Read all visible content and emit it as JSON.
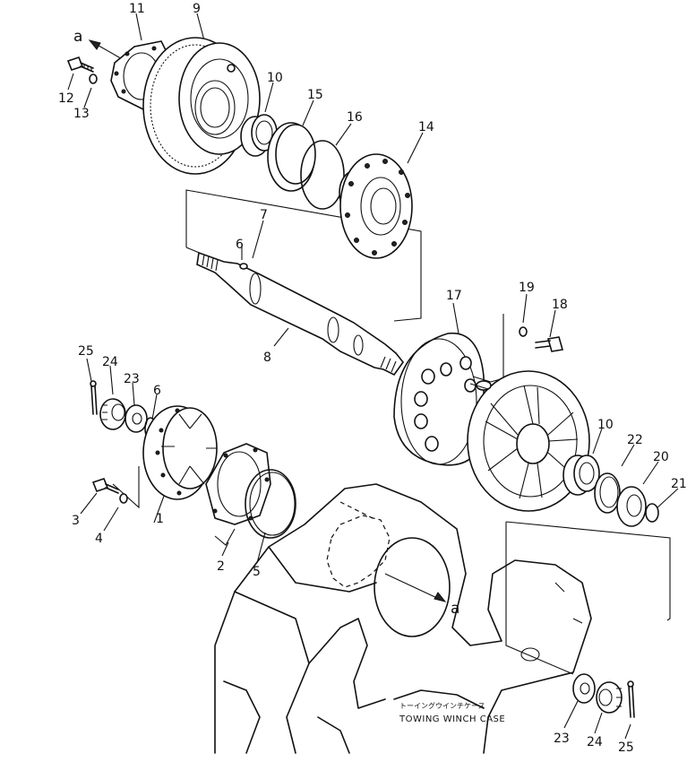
{
  "parts": [
    {
      "key": "p1",
      "label": "1"
    },
    {
      "key": "p2",
      "label": "2"
    },
    {
      "key": "p3",
      "label": "3"
    },
    {
      "key": "p4",
      "label": "4"
    },
    {
      "key": "p5",
      "label": "5"
    },
    {
      "key": "p6a",
      "label": "6"
    },
    {
      "key": "p6b",
      "label": "6"
    },
    {
      "key": "p7",
      "label": "7"
    },
    {
      "key": "p8",
      "label": "8"
    },
    {
      "key": "p9",
      "label": "9"
    },
    {
      "key": "p10a",
      "label": "10"
    },
    {
      "key": "p10b",
      "label": "10"
    },
    {
      "key": "p11",
      "label": "11"
    },
    {
      "key": "p12",
      "label": "12"
    },
    {
      "key": "p13",
      "label": "13"
    },
    {
      "key": "p14",
      "label": "14"
    },
    {
      "key": "p15",
      "label": "15"
    },
    {
      "key": "p16",
      "label": "16"
    },
    {
      "key": "p17",
      "label": "17"
    },
    {
      "key": "p18",
      "label": "18"
    },
    {
      "key": "p19",
      "label": "19"
    },
    {
      "key": "p20",
      "label": "20"
    },
    {
      "key": "p21",
      "label": "21"
    },
    {
      "key": "p22",
      "label": "22"
    },
    {
      "key": "p23a",
      "label": "23"
    },
    {
      "key": "p23b",
      "label": "23"
    },
    {
      "key": "p24a",
      "label": "24"
    },
    {
      "key": "p24b",
      "label": "24"
    },
    {
      "key": "p25a",
      "label": "25"
    },
    {
      "key": "p25b",
      "label": "25"
    }
  ],
  "refs": {
    "a_top": "a",
    "a_bottom": "a"
  },
  "case_label": {
    "jp": "トーイングウインチケース",
    "en": "TOWING WINCH CASE"
  }
}
